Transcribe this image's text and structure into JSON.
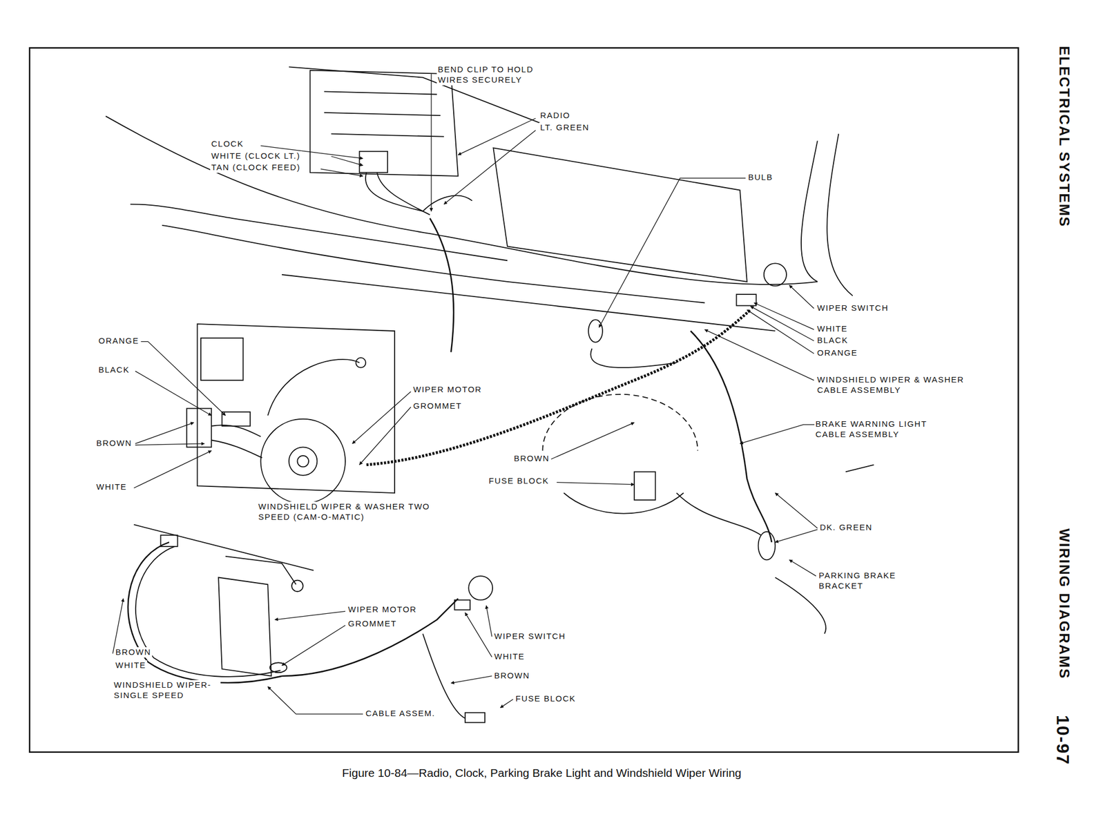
{
  "diagram": {
    "caption": "Figure 10-84—Radio, Clock, Parking Brake Light and Windshield Wiper Wiring",
    "labels": [
      "ELECTRICAL SYSTEMS",
      "WIRING DIAGRAMS",
      "10-97",
      "BEND CLIP TO HOLD WIRES SECURELY",
      "RADIO",
      "LT. GREEN",
      "CLOCK",
      "WHITE (CLOCK LT.)",
      "TAN (CLOCK FEED)",
      "BULB",
      "WIPER SWITCH",
      "WHITE",
      "BLACK",
      "ORANGE",
      "WINDSHIELD WIPER & WASHER CABLE ASSEMBLY",
      "BRAKE WARNING LIGHT CABLE ASSEMBLY",
      "ORANGE",
      "BLACK",
      "BROWN",
      "WHITE",
      "WIPER MOTOR",
      "GROMMET",
      "BROWN",
      "FUSE BLOCK",
      "DK. GREEN",
      "PARKING BRAKE BRACKET",
      "WINDSHIELD WIPER & WASHER TWO SPEED (CAM-O-MATIC)",
      "WIPER MOTOR",
      "GROMMET",
      "WIPER SWITCH",
      "WHITE",
      "BROWN",
      "FUSE BLOCK",
      "BROWN",
      "WHITE",
      "WINDSHIELD WIPER- SINGLE SPEED",
      "CABLE ASSEM."
    ]
  }
}
